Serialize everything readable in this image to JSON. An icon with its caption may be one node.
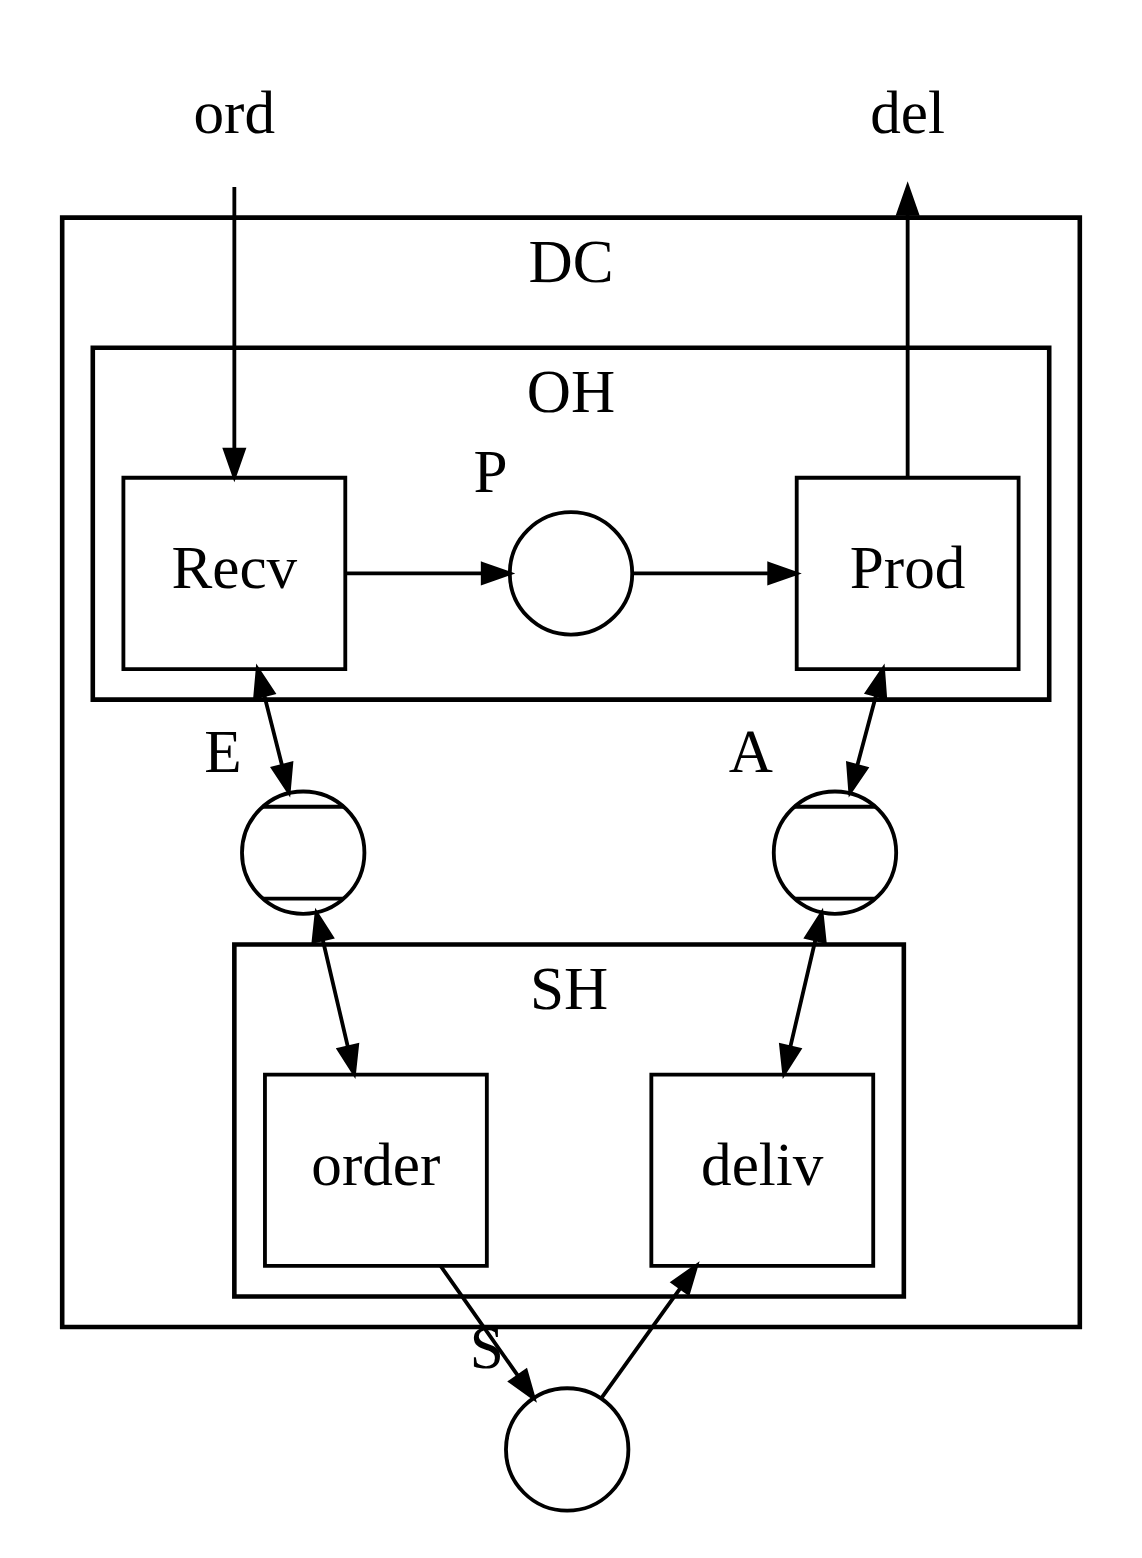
{
  "diagram": {
    "nodes": [
      {
        "text": [
          "ord"
        ]
      },
      {
        "text": [
          "del"
        ]
      },
      {
        "text": [
          "DC"
        ]
      },
      {
        "text": [
          "OH"
        ],
        "in": 2
      },
      {
        "text": [
          "Recv"
        ],
        "in": 3
      },
      {
        "text": [
          "P"
        ],
        "in": 3
      },
      {
        "text": [
          "Prod"
        ],
        "in": 3
      },
      {
        "text": [
          "E"
        ],
        "in": 2
      },
      {
        "text": [
          "A"
        ],
        "in": 2
      },
      {
        "text": [
          "SH"
        ],
        "in": 2
      },
      {
        "text": [
          "order"
        ],
        "in": 9
      },
      {
        "text": [
          "deliv"
        ],
        "in": 9
      },
      {
        "text": [
          "S"
        ]
      }
    ],
    "edges": [
      {
        "from": 0,
        "to": 4,
        "arrow": "to"
      },
      {
        "from": 6,
        "to": 1,
        "arrow": "to"
      },
      {
        "from": 4,
        "to": 5,
        "arrow": "to"
      },
      {
        "from": 5,
        "to": 6,
        "arrow": "to"
      },
      {
        "from": 4,
        "to": 7,
        "arrow": "both"
      },
      {
        "from": 7,
        "to": 10,
        "arrow": "both"
      },
      {
        "from": 6,
        "to": 8,
        "arrow": "both"
      },
      {
        "from": 8,
        "to": 11,
        "arrow": "both"
      },
      {
        "from": 10,
        "to": 12,
        "arrow": "to"
      },
      {
        "from": 12,
        "to": 11,
        "arrow": "to"
      }
    ]
  }
}
